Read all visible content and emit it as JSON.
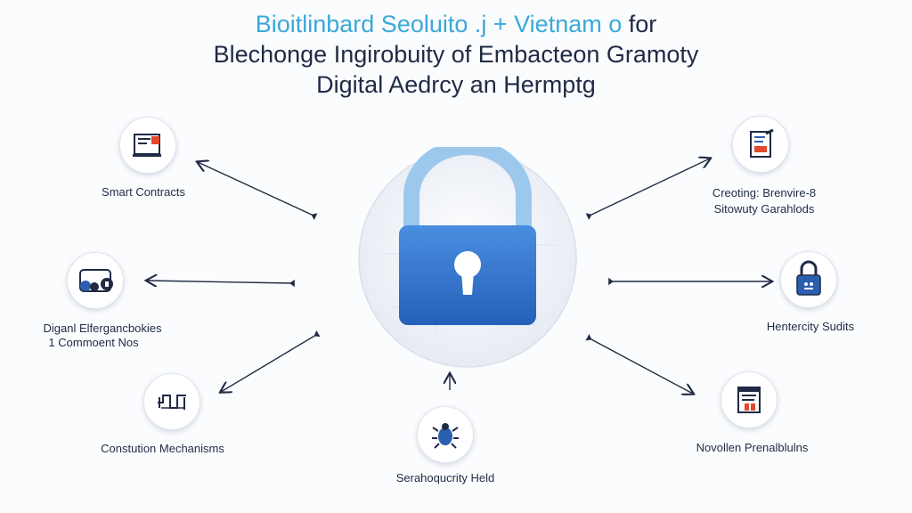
{
  "header": {
    "title_line1_accent": "Bioitlinbard Seoluito .j + Vietnam o",
    "title_line1_dark": "for",
    "title_line2": "Blechonge Ingirobuity of Embacteon Gramoty",
    "title_line3": "Digital Aedrcy an Hermptg"
  },
  "nodes": {
    "smart_contracts": "Smart Contracts",
    "digital_line1": "Diganl Elfergancbokies",
    "digital_line2": "1 Commoent Nos",
    "constitution": "Constution Mechanisms",
    "bottom_center": "Serahoqucrity Held",
    "creating_line1": "Creoting: Brenvire-8",
    "creating_line2": "Sitowuty Garahlods",
    "hentercity": "Hentercity Sudits",
    "novollen": "Novollen Prenalblulns"
  },
  "icons": {
    "hub": "padlock-icon",
    "smart_contracts": "document-monitor-icon",
    "digital": "people-lock-icon",
    "constitution": "circuit-icon",
    "bottom_center": "bug-icon",
    "creating": "document-pen-icon",
    "hentercity": "padlock-shield-icon",
    "novollen": "calendar-document-icon"
  },
  "colors": {
    "accent_title": "#3aa8d8",
    "dark_text": "#1f2a44",
    "lock_blue": "#2f6fc8",
    "lock_shackle": "#9cc8ee",
    "icon_red": "#e04a2a",
    "icon_blue": "#2a5fb0"
  }
}
